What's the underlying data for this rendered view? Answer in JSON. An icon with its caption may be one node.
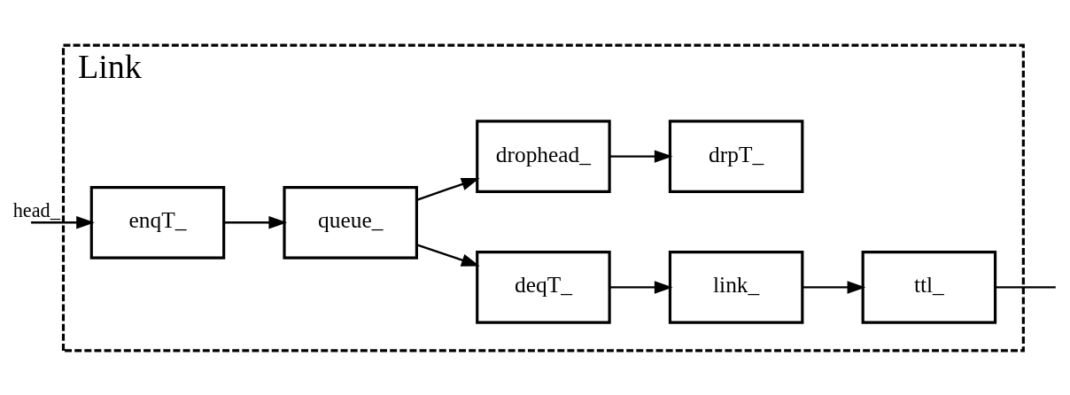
{
  "diagram": {
    "nodes": [
      {
        "text": [
          "Link"
        ]
      },
      {
        "text": [
          "enqT_"
        ],
        "in": 0
      },
      {
        "text": [
          "queue_"
        ],
        "in": 0
      },
      {
        "text": [
          "deqT_"
        ],
        "in": 0
      },
      {
        "text": [
          "link_"
        ],
        "in": 0
      },
      {
        "text": [
          "ttl_"
        ],
        "in": 0
      },
      {
        "text": [
          "drophead_"
        ],
        "in": 0
      },
      {
        "text": [
          "drpT_"
        ],
        "in": 0
      }
    ],
    "edges": [
      {
        "from": null,
        "to": 1,
        "arrow": "to",
        "label": "head_"
      },
      {
        "from": 1,
        "to": 2,
        "arrow": "to"
      },
      {
        "from": 2,
        "to": 3,
        "arrow": "to"
      },
      {
        "from": 3,
        "to": 4,
        "arrow": "to"
      },
      {
        "from": 4,
        "to": 5,
        "arrow": "to"
      },
      {
        "from": 5,
        "to": null,
        "arrow": "none"
      },
      {
        "from": 2,
        "to": 6,
        "arrow": "to"
      },
      {
        "from": 6,
        "to": 7,
        "arrow": "to"
      }
    ]
  }
}
